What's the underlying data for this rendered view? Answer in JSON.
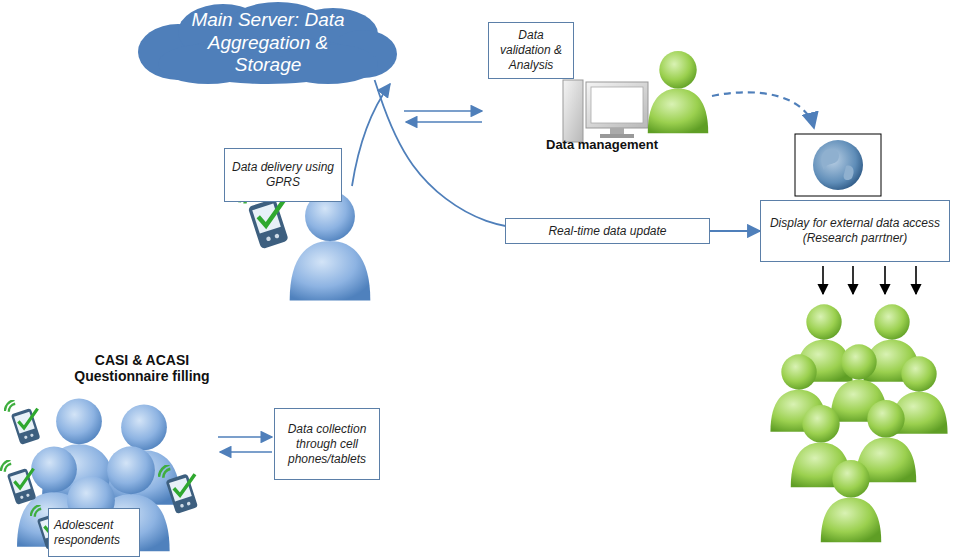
{
  "diagram": {
    "nodes": [
      {
        "text": [
          "Main Server: Data Aggregation & Storage"
        ]
      },
      {
        "text": [
          "Data validation & Analysis"
        ]
      },
      {
        "text": [
          "Data delivery using GPRS"
        ]
      },
      {
        "text": [
          "Display for external data access (Research parrtner)"
        ]
      },
      {
        "text": [
          "Data collection through cell phones/tablets"
        ]
      },
      {
        "text": [
          "Adolescent respondents"
        ]
      }
    ],
    "edges": [
      {
        "from": 0,
        "to": 3,
        "label": "Real-time data update",
        "arrow": "to"
      }
    ],
    "labels": [
      "Data management",
      "CASI & ACASI Questionnaire filling"
    ]
  }
}
